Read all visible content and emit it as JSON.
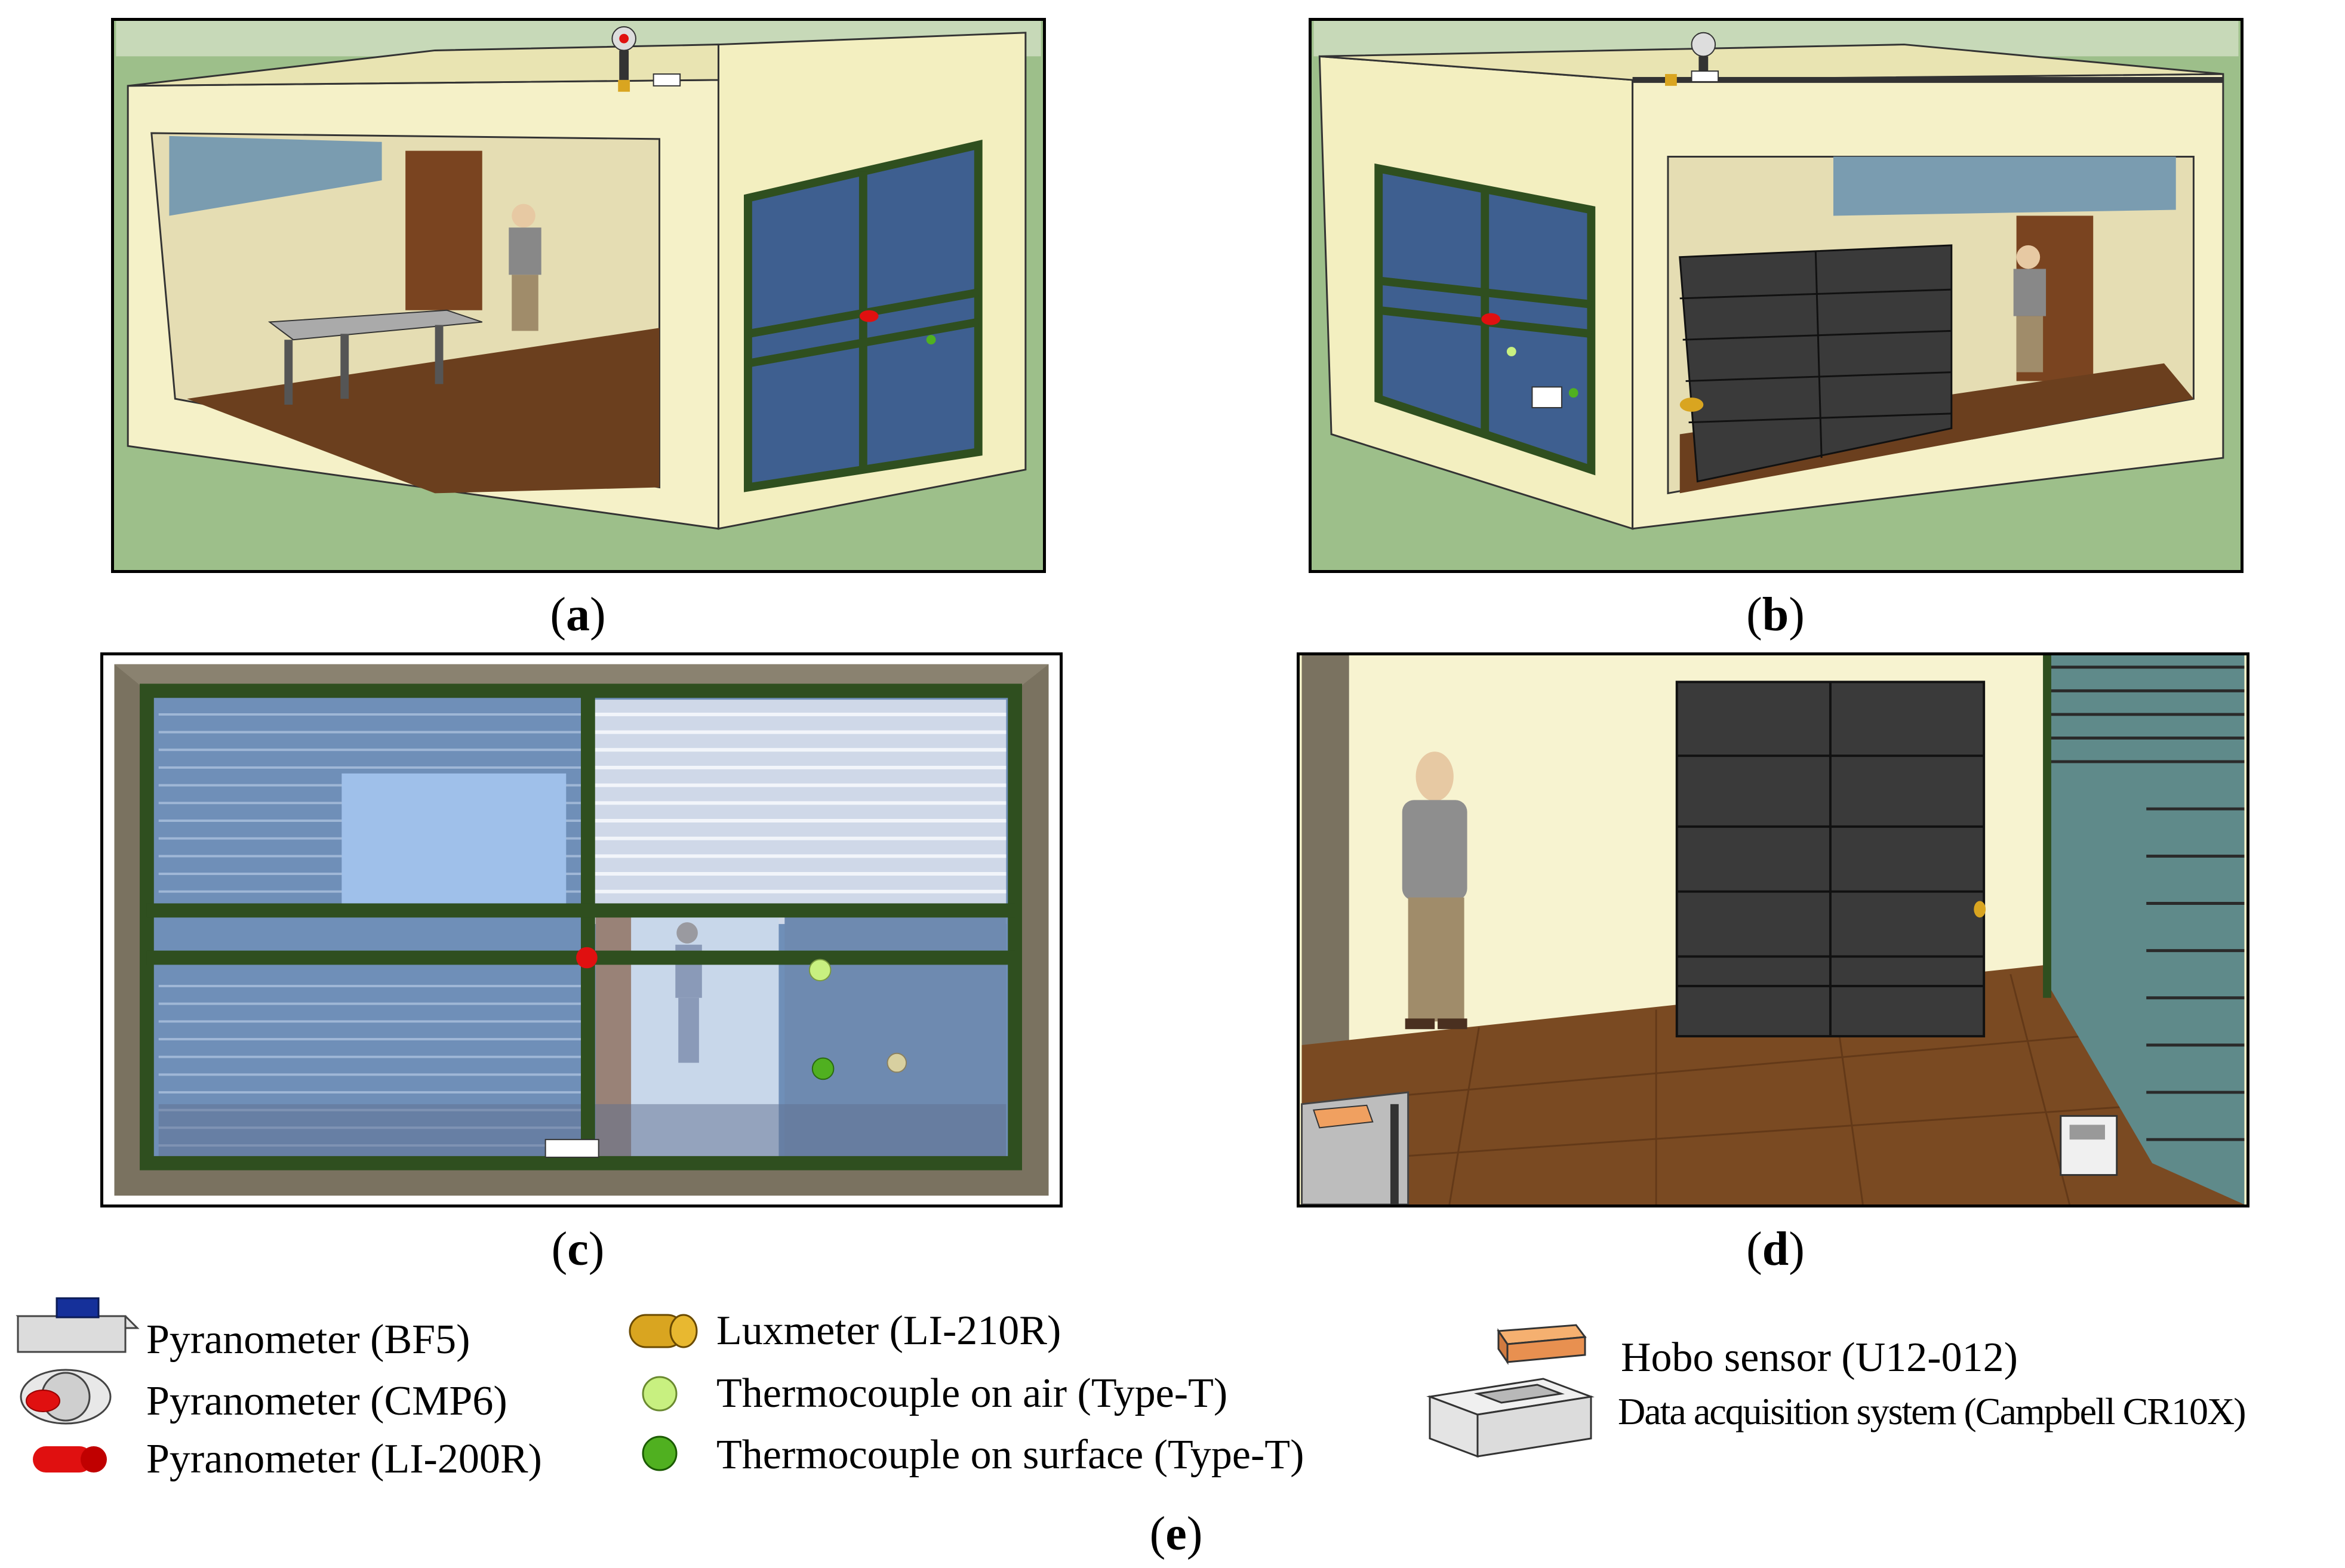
{
  "captions": {
    "a": "a",
    "b": "b",
    "c": "c",
    "d": "d",
    "e": "e"
  },
  "legend": {
    "pyranometer_bf5": "Pyranometer (BF5)",
    "pyranometer_cmp6": "Pyranometer (CMP6)",
    "pyranometer_li200r": "Pyranometer (LI-200R)",
    "luxmeter": "Luxmeter (LI-210R)",
    "thermocouple_air": "Thermocouple on air (Type-T)",
    "thermocouple_surface": "Thermocouple on surface (Type-T)",
    "hobo_sensor": "Hobo sensor (U12-012)",
    "data_acquisition": "Data acquisition system (Campbell CR10X)"
  },
  "colors": {
    "grass": "#9dbf8a",
    "wall": "#f5f1c8",
    "floor": "#6b3f1e",
    "window_frame": "#2f4f1f",
    "glass": "#5f7fb0",
    "bookcase": "#3a3a3a",
    "red_sensor": "#e01010",
    "air_sensor": "#c8f080",
    "surface_sensor": "#50b020",
    "lux_sensor": "#d9a520",
    "hobo": "#f0a060"
  }
}
